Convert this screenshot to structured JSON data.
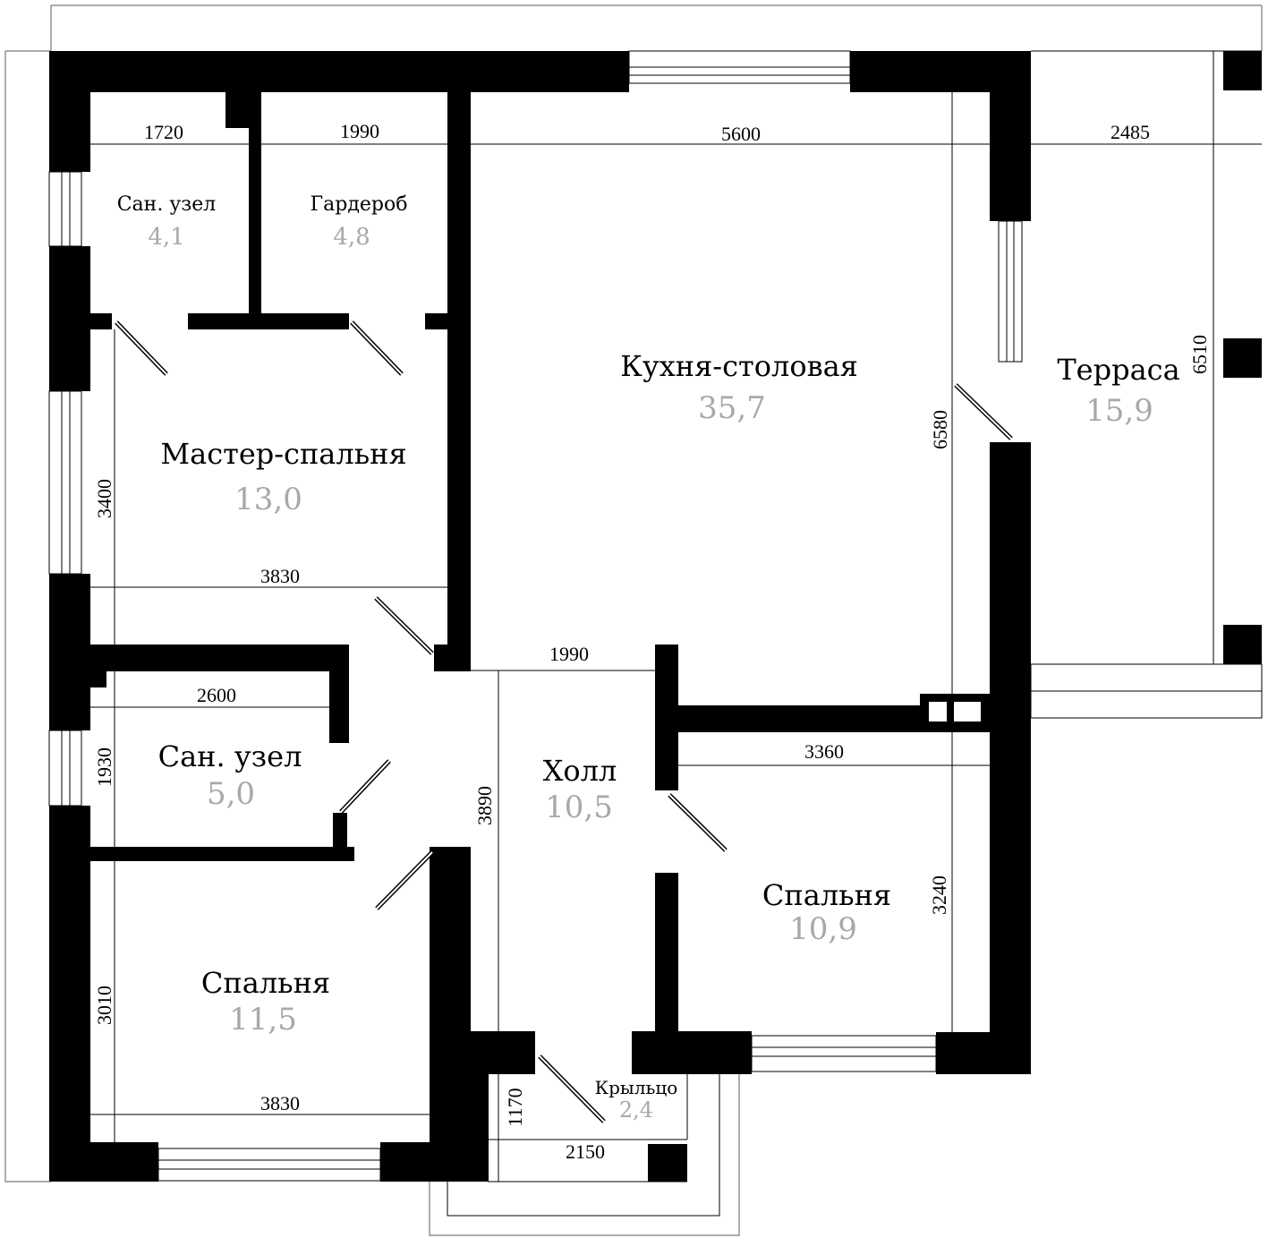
{
  "plan": {
    "rooms": [
      {
        "id": "bath1",
        "name": "Сан. узел",
        "area": "4,1"
      },
      {
        "id": "wardrobe",
        "name": "Гардероб",
        "area": "4,8"
      },
      {
        "id": "kitchen",
        "name": "Кухня-столовая",
        "area": "35,7"
      },
      {
        "id": "terrace",
        "name": "Терраса",
        "area": "15,9"
      },
      {
        "id": "master",
        "name": "Мастер-спальня",
        "area": "13,0"
      },
      {
        "id": "bath2",
        "name": "Сан. узел",
        "area": "5,0"
      },
      {
        "id": "hall",
        "name": "Холл",
        "area": "10,5"
      },
      {
        "id": "bedroom2",
        "name": "Спальня",
        "area": "10,9"
      },
      {
        "id": "bedroom1",
        "name": "Спальня",
        "area": "11,5"
      },
      {
        "id": "porch",
        "name": "Крыльцо",
        "area": "2,4"
      }
    ],
    "dimensions": {
      "bath1_width": "1720",
      "wardrobe_width": "1990",
      "kitchen_width": "5600",
      "terrace_width": "2485",
      "terrace_height": "6510",
      "kitchen_height": "6580",
      "master_height": "3400",
      "master_width": "3830",
      "bath2_width": "2600",
      "bath2_height": "1930",
      "hall_width": "1990",
      "hall_height": "3890",
      "bedroom2_width": "3360",
      "bedroom2_height": "3240",
      "bedroom1_height": "3010",
      "bedroom1_width": "3830",
      "porch_height": "1170",
      "porch_width": "2150"
    }
  }
}
